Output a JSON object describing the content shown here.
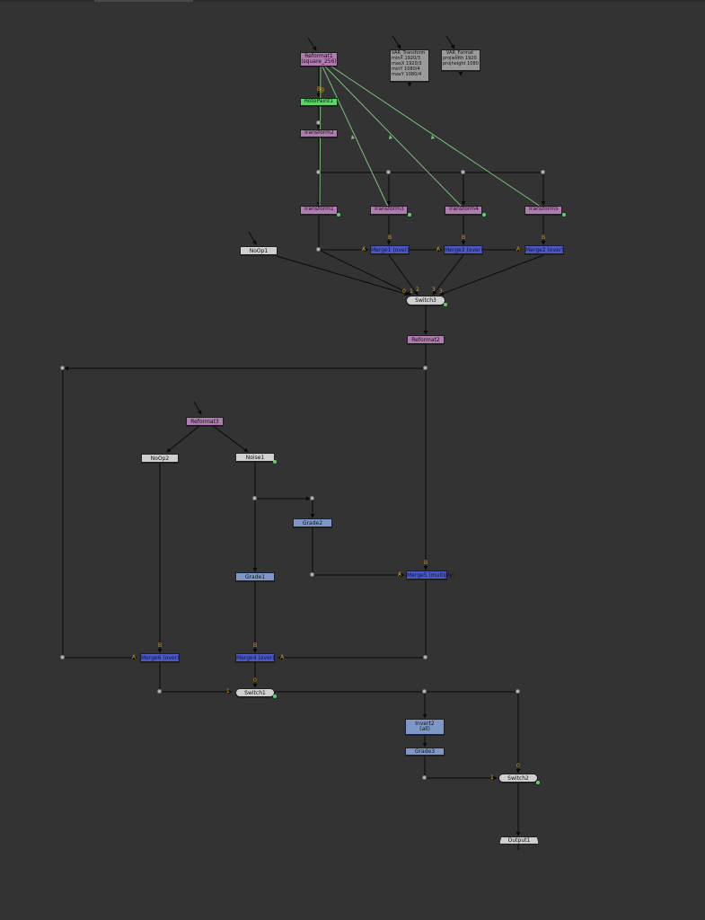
{
  "nodes": {
    "reformat1": {
      "line1": "Reformat1",
      "line2": "(square_256)"
    },
    "rotopaint1": {
      "label": "RotoPaint1"
    },
    "transform2": {
      "label": "Transform2"
    },
    "var_transform": {
      "l1": "VAR_Transform",
      "l2": "minX 1920/3",
      "l3": "maxX 1920/3",
      "l4": "minY 1080/4",
      "l5": "maxY 1080/4"
    },
    "var_format": {
      "l1": "VAR_Format",
      "l2": "projwidth 1920",
      "l3": "projheight 1080"
    },
    "transform1": {
      "label": "Transform1"
    },
    "transform3": {
      "label": "Transform3"
    },
    "transform4": {
      "label": "Transform4"
    },
    "transform5": {
      "label": "Transform5"
    },
    "noop1": {
      "label": "NoOp1"
    },
    "merge1": {
      "label": "Merge1 (over)"
    },
    "merge3": {
      "label": "Merge3 (over)"
    },
    "merge2": {
      "label": "Merge2 (over)"
    },
    "switch3": {
      "label": "Switch3"
    },
    "reformat2": {
      "label": "Reformat2"
    },
    "reformat3": {
      "label": "Reformat3"
    },
    "noop2": {
      "label": "NoOp2"
    },
    "noise1": {
      "label": "Noise1"
    },
    "grade2": {
      "label": "Grade2"
    },
    "grade1": {
      "label": "Grade1"
    },
    "merge5": {
      "label": "Merge5 (multiply)"
    },
    "merge6": {
      "label": "Merge6 (over)"
    },
    "merge4": {
      "label": "Merge4 (over)"
    },
    "switch1": {
      "label": "Switch1"
    },
    "invert2": {
      "line1": "Invert2",
      "line2": "(all)"
    },
    "grade3": {
      "label": "Grade3"
    },
    "switch2": {
      "label": "Switch2"
    },
    "output1": {
      "label": "Output1"
    }
  },
  "port_labels": {
    "bg": "Bg",
    "a": "A",
    "b": "B",
    "zero": "0",
    "one": "1",
    "two": "2",
    "three": "3"
  },
  "colors": {
    "background": "#333333",
    "wire": "#0a0a0a",
    "mask_wire": "#7bc07b",
    "transform_node": "#b07bb0",
    "merge_node": "#4a58c8",
    "grade_node": "#7d97c9",
    "roto_node": "#5fd36b",
    "utility_node": "#cfcfcf",
    "port_label": "#e0a000"
  }
}
